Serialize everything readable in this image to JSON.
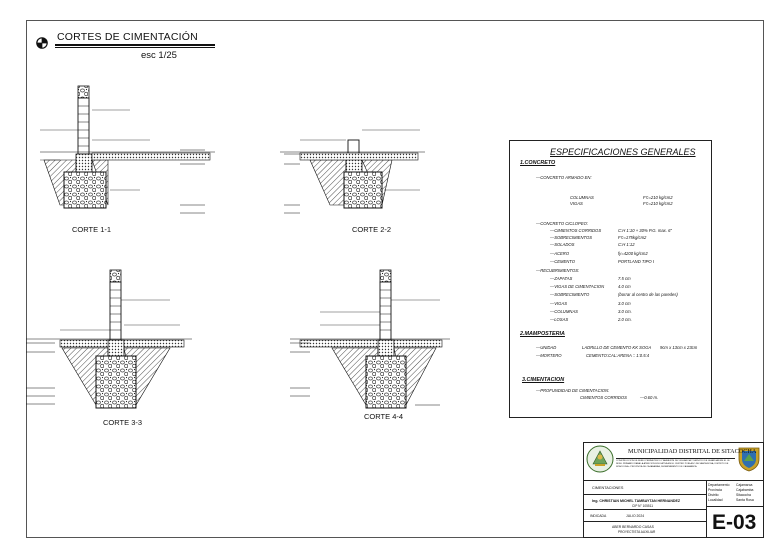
{
  "sheet": {
    "title": "CORTES DE CIMENTACIÓN",
    "scale": "esc 1/25",
    "number_icon": "section-marker-icon"
  },
  "sections": [
    {
      "caption": "CORTE 1-1"
    },
    {
      "caption": "CORTE 2-2"
    },
    {
      "caption": "CORTE 3-3"
    },
    {
      "caption": "CORTE 4-4"
    }
  ],
  "specs": {
    "heading": "ESPECIFICACIONES    GENERALES",
    "s1": "1.CONCRETO",
    "armado": "—CONCRETO  ARMADO  EN:",
    "columnas": "COLUMNAS",
    "columnas_v": "F'c=210  kg/cm2",
    "vigas": "VIGAS",
    "vigas_v": "F'c=210  kg/cm2",
    "ciclopeo": "—CONCRETO  CICLOPEO:",
    "cim_corr": "—CIMIENTOS  CORRIDOS",
    "cim_corr_v": "C:H  1:10  +  30%  P.G.  max.  6\"",
    "sobrecim": "—SOBRECIMIENTOS",
    "sobrecim_v": "F'c=175kg/cm2",
    "solados": "—SOLADOS",
    "solados_v": "C:H  1:12",
    "acero": "—ACERO",
    "acero_v": "fy=4200  kg/cm2",
    "cemento": "—CEMENTO",
    "cemento_v": "PORTLAND  TIPO  I",
    "recub": "—RECUBRIMIENTOS:",
    "zapatas": "—ZAPATAS",
    "zapatas_v": "7.5  cm",
    "vigas_cim": "—VIGAS  DE  CIMENTACION",
    "vigas_cim_v": "4.0  cm",
    "sobrecim2": "—SOBRECIMIENTO",
    "sobrecim2_v": "(borrar  al  centro  de  las  paredes)",
    "vigas2": "—VIGAS",
    "vigas2_v": "3.0  cm",
    "columnas2": "—COLUMNAS",
    "columnas2_v": "3.0  cm.",
    "losas": "—LOSAS",
    "losas_v": "2.0  cm.",
    "s2": "2.MAMPOSTERIA",
    "unidad": "—UNIDAD",
    "unidad_v": "LADRILLO  DE  CEMENTO  KK  SOGA",
    "unidad_dim": "9cm  x  13cm  x  23cm",
    "mortero": "—MORTERO",
    "mortero_v": "CEMENTO:CAL:ARENA  ::  1:0.5:4",
    "s3": "3.CIMENTACION",
    "prof": "—PROFUNDIDAD  DE  CIMENTACION:",
    "prof_item": "CIMIENTOS  CORRIDOS",
    "prof_v": "—0.60  m."
  },
  "title_block": {
    "entity": "MUNICIPALIDAD DISTRITAL DE SITACOCHA",
    "project_desc": "CONSTRUCCION DE MURO PERIMETRICO Y AMBIENTE DE VIGILANCIA Y SERVICIO DE GUARDIAN EN EL I.E. NIVEL PRIMARIO PARA LA ATENCION EDUCATIVA EN EL CENTRO POBLADO DE SANTA ROSA, DISTRITO DE SITACOCHA - PROVINCIA DE CAJABAMBA, DEPARTAMENTO DE CAJAMARCA",
    "loc_labels": [
      "Departamento",
      "Provincia",
      "Distrito",
      "Localidad"
    ],
    "loc_values": [
      "Cajamarca",
      "Cajabamba",
      "Sitacocha",
      "Santa Rosa"
    ],
    "plan_name": "CIMENTACIONES",
    "engineer": "Ing. CHRISTIAN MICHEL TAMBAYTAN HERNANDEZ",
    "cip": "CIP N° 105511",
    "scale_value": "INDICADA",
    "date_value": "JULIO  2024",
    "drawn_by": "ABER BERNARDO CASAS",
    "drawn_role": "PROYECTISTA AUXILIAR",
    "sheet_no": "E-03"
  }
}
